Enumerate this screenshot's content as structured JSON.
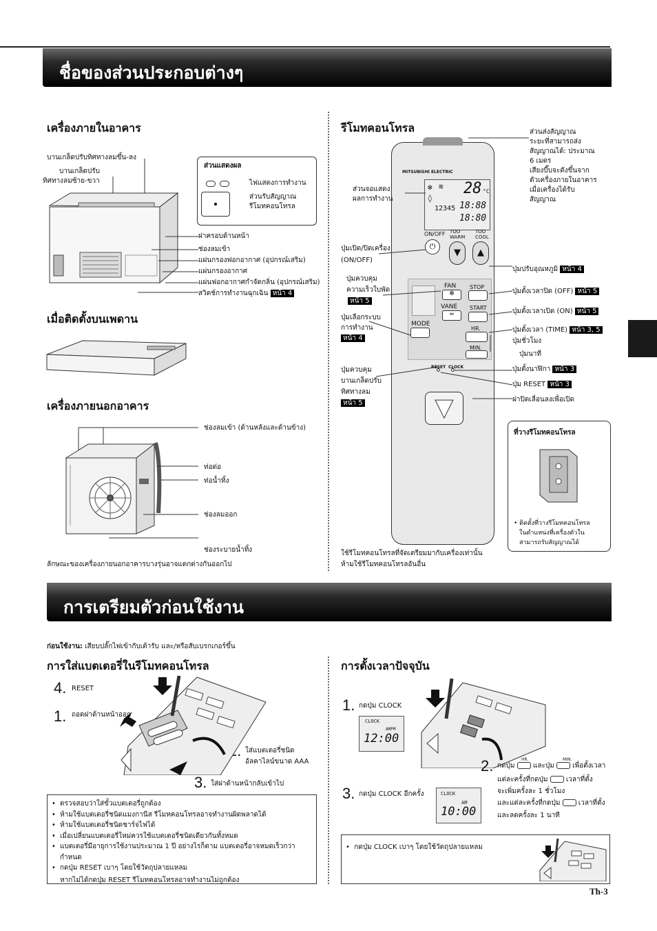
{
  "banner1": "ชื่อของส่วนประกอบต่างๆ",
  "banner2": "การเตรียมตัวก่อนใช้งาน",
  "indoor": {
    "title": "เครื่องภายในอาคาร",
    "vane_ud": "บานเกล็ดปรับทิศทางลมขึ้น-ลง",
    "vane_lr1": "บานเกล็ดปรับ",
    "vane_lr2": "ทิศทางลมซ้าย-ขวา",
    "front_panel": "ฝาครอบด้านหน้า",
    "air_inlet": "ช่องลมเข้า",
    "air_filter_opt": "แผ่นกรองฟอกอากาศ (อุปกรณ์เสริม)",
    "air_filter": "แผ่นกรองอากาศ",
    "deodorize_filter": "แผ่นฟอกอากาศกำจัดกลิ่น (อุปกรณ์เสริม)",
    "emergency_switch": "สวิตช์การทำงานฉุกเฉิน",
    "emergency_page": "หน้า 4"
  },
  "display": {
    "title": "ส่วนแสดงผล",
    "lamp": "ไฟแสดงการทำงาน",
    "receiver1": "ส่วนรับสัญญาณ",
    "receiver2": "รีโมทคอนโทรล"
  },
  "ceiling": {
    "title": "เมื่อติดตั้งบนเพดาน"
  },
  "outdoor": {
    "title": "เครื่องภายนอกอาคาร",
    "inlet": "ช่องลมเข้า (ด้านหลังและด้านข้าง)",
    "piping": "ท่อต่อ",
    "drain_hose": "ท่อน้ำทิ้ง",
    "outlet": "ช่องลมออก",
    "drain_outlet": "ช่องระบายน้ำทิ้ง",
    "note": "ลักษณะของเครื่องภายนอกอาคารบางรุ่นอาจแตกต่างกันออกไป"
  },
  "remote": {
    "title": "รีโมทคอนโทรล",
    "brand": "MITSUBISHI ELECTRIC",
    "emitter_lines": [
      "ส่วนส่งสัญญาณ",
      "ระยะที่สามารถส่ง",
      "สัญญาณได้: ประมาณ",
      "6 เมตร",
      "เสียงบี๊บจะดังขึ้นจาก",
      "ตัวเครื่องภายในอาคาร",
      "เมื่อเครื่องได้รับ",
      "สัญญาณ"
    ],
    "lcd1": "ส่วนจอแสดง",
    "lcd2": "ผลการทำงาน",
    "onoff1": "ปุ่มเปิด/ปิดเครื่อง",
    "onoff2": "(ON/OFF)",
    "fan1": "ปุ่มควบคุม",
    "fan2": "ความเร็วใบพัด",
    "fan_page": "หน้า 5",
    "mode1": "ปุ่มเลือกระบบ",
    "mode2": "การทำงาน",
    "mode_page": "หน้า 4",
    "vane1": "ปุ่มควบคุม",
    "vane2": "บานเกล็ดปรับ",
    "vane3": "ทิศทางลม",
    "vane_page": "หน้า 5",
    "temp": "ปุ่มปรับอุณหภูมิ",
    "temp_page": "หน้า 4",
    "off_timer": "ปุ่มตั้งเวลาปิด (OFF)",
    "off_page": "หน้า 5",
    "on_timer": "ปุ่มตั้งเวลาเปิด (ON)",
    "on_page": "หน้า 5",
    "time": "ปุ่มตั้งเวลา (TIME)",
    "time_page": "หน้า 3, 5",
    "hour": "ปุ่มชั่วโมง",
    "minute": "ปุ่มนาที",
    "clock": "ปุ่มตั้งนาฬิกา",
    "clock_page": "หน้า 3",
    "reset": "ปุ่ม RESET",
    "reset_page": "หน้า 3",
    "cover": "ฝาปิดเลื่อนลงเพื่อเปิด",
    "note1": "ใช้รีโมทคอนโทรลที่จัดเตรียมมากับเครื่องเท่านั้น",
    "note2": "ห้ามใช้รีโมทคอนโทรลอันอื่น",
    "btn_onoff": "ON/OFF",
    "btn_toowarm1": "TOO",
    "btn_toowarm2": "WARM",
    "btn_toocool1": "TOO",
    "btn_toocool2": "COOL",
    "btn_fan": "FAN",
    "btn_vane": "VANE",
    "btn_mode": "MODE",
    "btn_stop": "STOP",
    "btn_start": "START",
    "btn_hr": "HR.",
    "btn_min": "MIN.",
    "lbl_reset": "RESET",
    "lbl_clock": "CLOCK",
    "lcd_temp": "28",
    "lcd_unit": "°C",
    "lcd_time1": "18:88",
    "lcd_time2": "18:80",
    "lcd_digits": "12345"
  },
  "holder": {
    "title": "ที่วางรีโมทคอนโทรล",
    "note1": "ติดตั้งที่วางรีโมทคอนโทรล",
    "note2": "ในตำแหน่งที่เครื่องตัวใน",
    "note3": "สามารถรับสัญญาณได้"
  },
  "prep": {
    "before_label": "ก่อนใช้งาน:",
    "before_text": "เสียบปลั๊กไฟเข้ากับเต้ารับ และ/หรือสับเบรกเกอร์ขึ้น"
  },
  "battery": {
    "title": "การใส่แบตเตอรี่ในรีโมทคอนโทรล",
    "s4": "4.",
    "s4_text": "RESET",
    "s1": "1.",
    "s1_text": "ถอดฝาด้านหน้าออก",
    "s2": "2.",
    "s2_text1": "ใส่แบตเตอรี่ชนิด",
    "s2_text2": "อัลคาไลน์ขนาด AAA",
    "s3": "3.",
    "s3_text": "ใส่ฝาด้านหน้ากลับเข้าไป",
    "notes": [
      "ตรวจสอบว่าใส่ขั้วแบตเตอรี่ถูกต้อง",
      "ห้ามใช้แบตเตอรี่ชนิดแมงกานีส รีโมทคอนโทรลอาจทำงานผิดพลาดได้",
      "ห้ามใช้แบตเตอรี่ชนิดชาร์จไฟได้",
      "เมื่อเปลี่ยนแบตเตอรี่ใหม่ควรใช้แบตเตอรี่ชนิดเดียวกันทั้งหมด",
      "แบตเตอรี่มีอายุการใช้งานประมาณ 1 ปี อย่างไรก็ตาม แบตเตอรี่อาจหมดเร็วกว่ากำหนด",
      "กดปุ่ม RESET เบาๆ โดยใช้วัตถุปลายแหลม"
    ],
    "note_last": "หากไม่ได้กดปุ่ม RESET รีโมทคอนโทรลอาจทำงานไม่ถูกต้อง"
  },
  "clock": {
    "title": "การตั้งเวลาปัจจุบัน",
    "s1": "1.",
    "s1_text": "กดปุ่ม CLOCK",
    "s2": "2.",
    "s2_a": "กดปุ่ม",
    "s2_b": "และปุ่ม",
    "s2_c": "เพื่อตั้งเวลา",
    "s2_d": "แต่ละครั้งที่กดปุ่ม",
    "s2_e": "เวลาที่ตั้ง",
    "s2_f": "จะเพิ่มครั้งละ 1 ชั่วโมง",
    "s2_g": "และแต่ละครั้งที่กดปุ่ม",
    "s2_h": "เวลาที่ตั้ง",
    "s2_i": "และลดครั้งละ 1 นาที",
    "hr": "HR.",
    "min": "MIN.",
    "s3": "3.",
    "s3_text": "กดปุ่ม CLOCK อีกครั้ง",
    "lcd_label": "CLOCK",
    "lcd1_ampm": "AMPM",
    "lcd1_time": "12:00",
    "lcd2_am": "AM",
    "lcd2_time": "10:00",
    "note": "กดปุ่ม CLOCK เบาๆ โดยใช้วัตถุปลายแหลม"
  },
  "page_number": "Th-3"
}
